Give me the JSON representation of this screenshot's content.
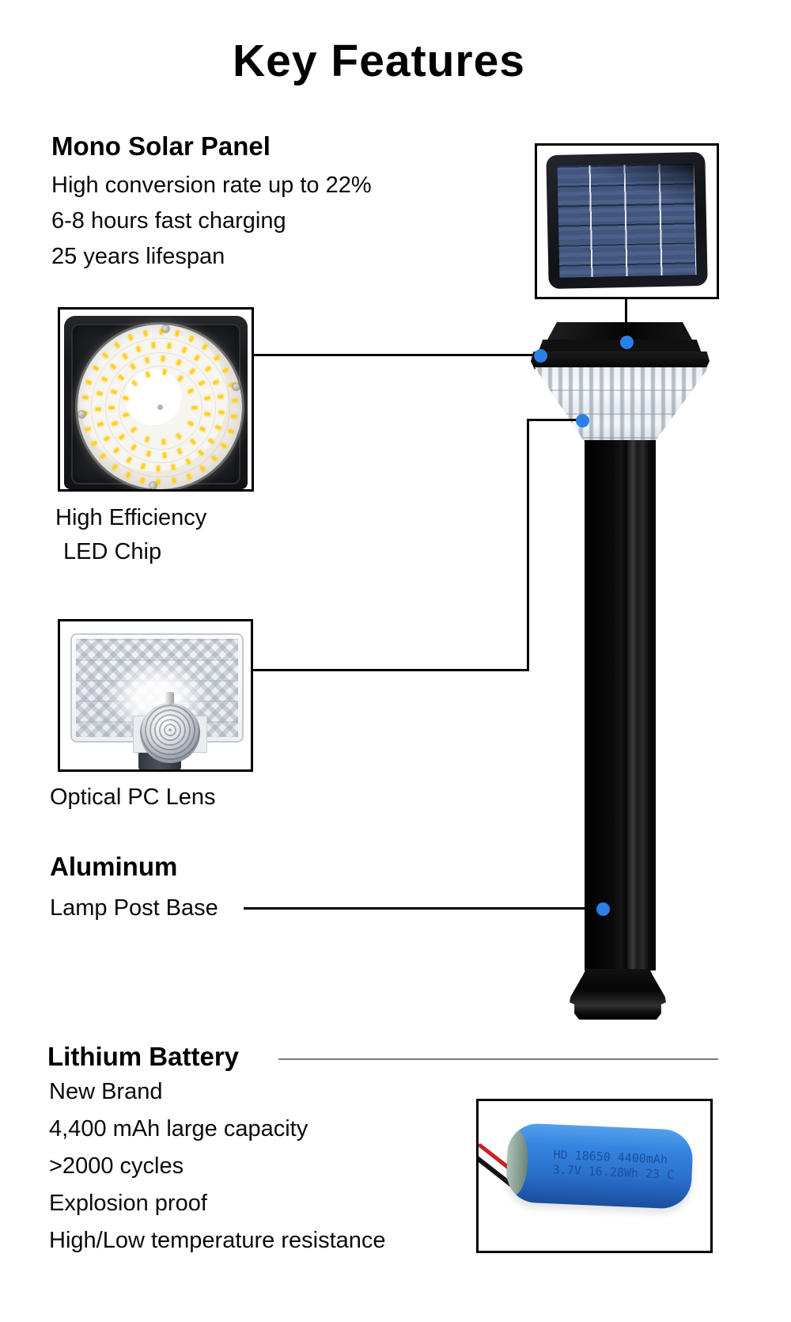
{
  "title": "Key Features",
  "solar": {
    "heading": "Mono Solar Panel",
    "lines": [
      "High conversion rate up to 22%",
      "6-8 hours fast charging",
      "25 years lifespan"
    ]
  },
  "led": {
    "caption_line1": "High Efficiency",
    "caption_line2": "LED Chip"
  },
  "lens": {
    "caption": "Optical PC Lens"
  },
  "post": {
    "heading": "Aluminum",
    "subheading": "Lamp Post Base"
  },
  "battery": {
    "heading": "Lithium Battery",
    "lines": [
      "New Brand",
      "4,400 mAh large capacity",
      ">2000 cycles",
      "Explosion proof",
      "High/Low temperature resistance"
    ],
    "label_line1": "HD 18650 4400mAh",
    "label_line2": "3.7V 16.28Wh 23 C"
  },
  "colors": {
    "accent": "#2a80e8",
    "divider": "#7b7b7b"
  }
}
